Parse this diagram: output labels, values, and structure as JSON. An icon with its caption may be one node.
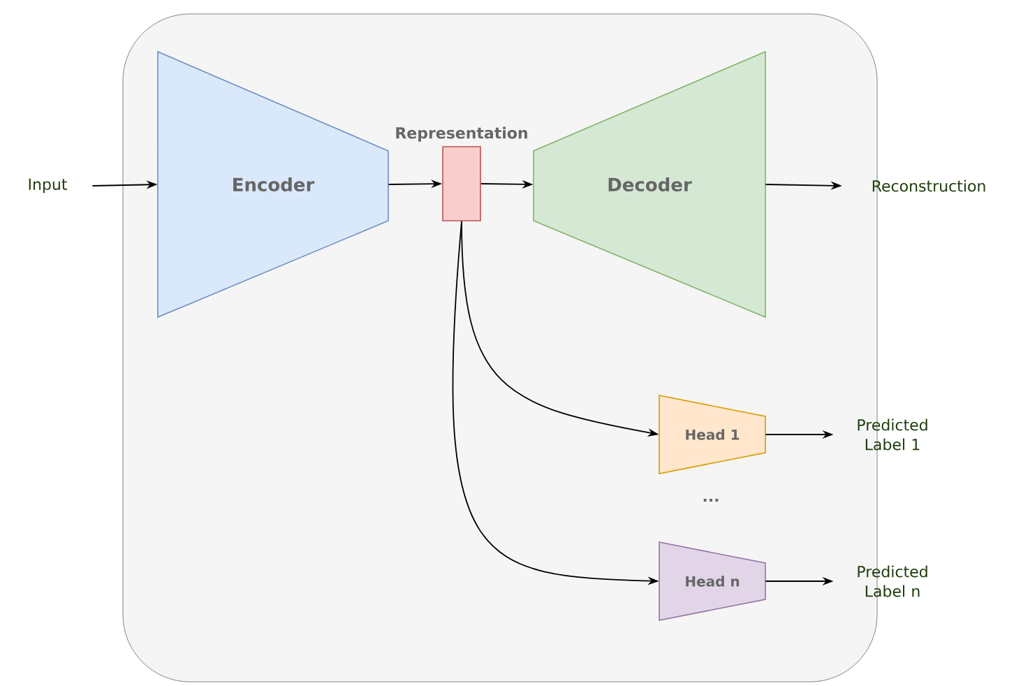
{
  "diagram": {
    "nodes": [
      {
        "text": [],
        "shape": "box"
      },
      {
        "text": [
          "Input"
        ]
      },
      {
        "text": [
          "Encoder"
        ],
        "in": 0
      },
      {
        "text": [
          "Representation"
        ],
        "in": 0
      },
      {
        "text": [
          "Decoder"
        ],
        "in": 0
      },
      {
        "text": [
          "Reconstruction"
        ]
      },
      {
        "text": [
          "Head 1"
        ],
        "in": 0
      },
      {
        "text": [
          "Head n"
        ],
        "in": 0
      },
      {
        "text": [
          "Predicted Label 1"
        ]
      },
      {
        "text": [
          "Predicted Label n"
        ]
      }
    ],
    "edges": [
      {
        "from": 1,
        "to": 2,
        "arrow": "to"
      },
      {
        "from": 2,
        "to": 3,
        "arrow": "to"
      },
      {
        "from": 3,
        "to": 4,
        "arrow": "to"
      },
      {
        "from": 4,
        "to": 5,
        "arrow": "to"
      },
      {
        "from": 3,
        "to": 6,
        "arrow": "to"
      },
      {
        "from": 3,
        "to": 7,
        "arrow": "to"
      },
      {
        "from": 6,
        "to": 8,
        "arrow": "to"
      },
      {
        "from": 7,
        "to": 9,
        "arrow": "to"
      }
    ],
    "labels": [
      "..."
    ]
  }
}
